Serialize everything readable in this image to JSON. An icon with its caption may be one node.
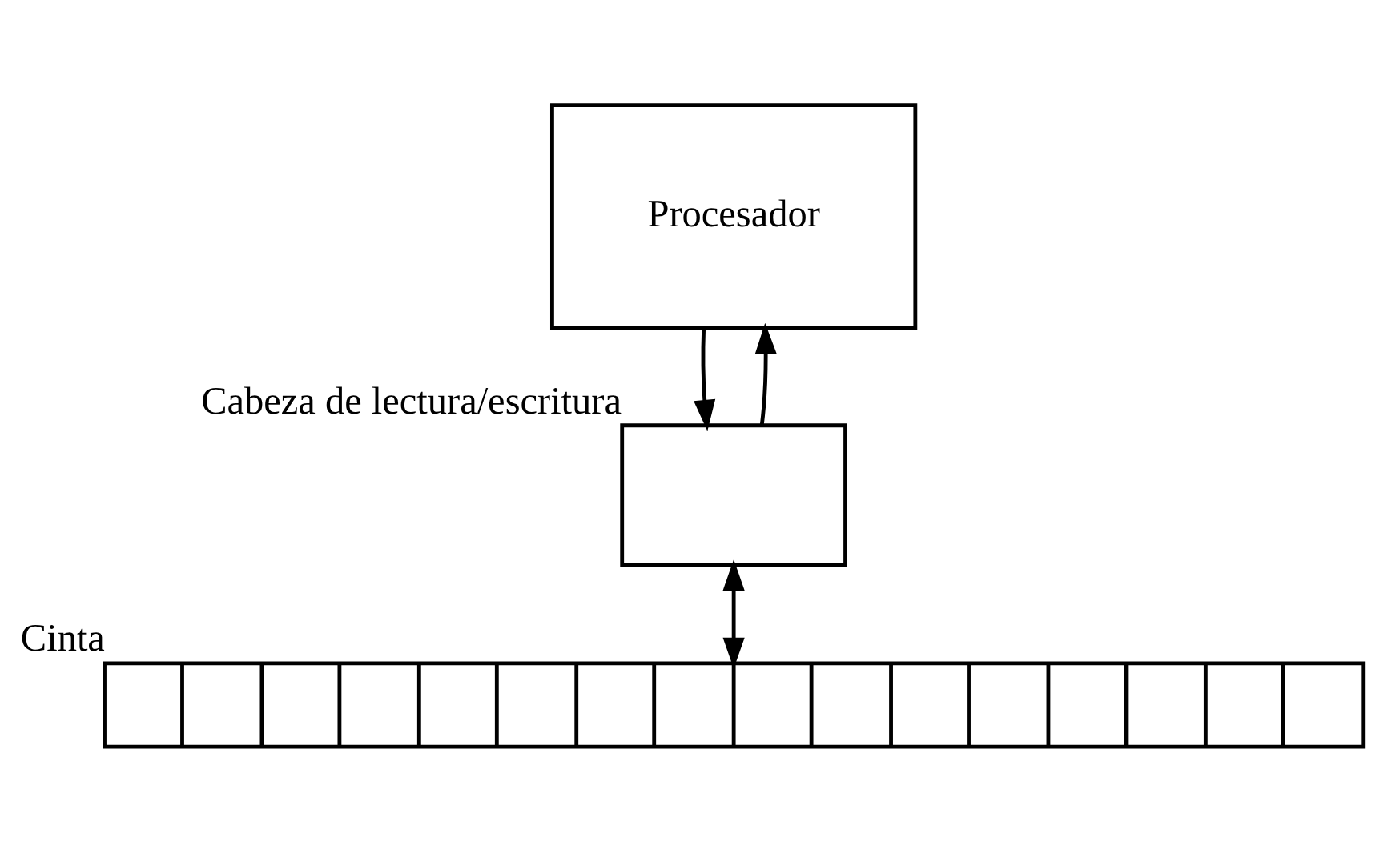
{
  "diagram": {
    "nodes": [
      {
        "text": [
          "Procesador"
        ]
      },
      {
        "text": [
          "Cabeza de lectura/escritura"
        ]
      },
      {
        "text": [
          "Cinta"
        ]
      }
    ],
    "edges": [
      {
        "from": 0,
        "to": 1,
        "arrow": "to"
      },
      {
        "from": 1,
        "to": 0,
        "arrow": "to"
      },
      {
        "from": 1,
        "to": 2,
        "arrow": "both"
      }
    ]
  }
}
